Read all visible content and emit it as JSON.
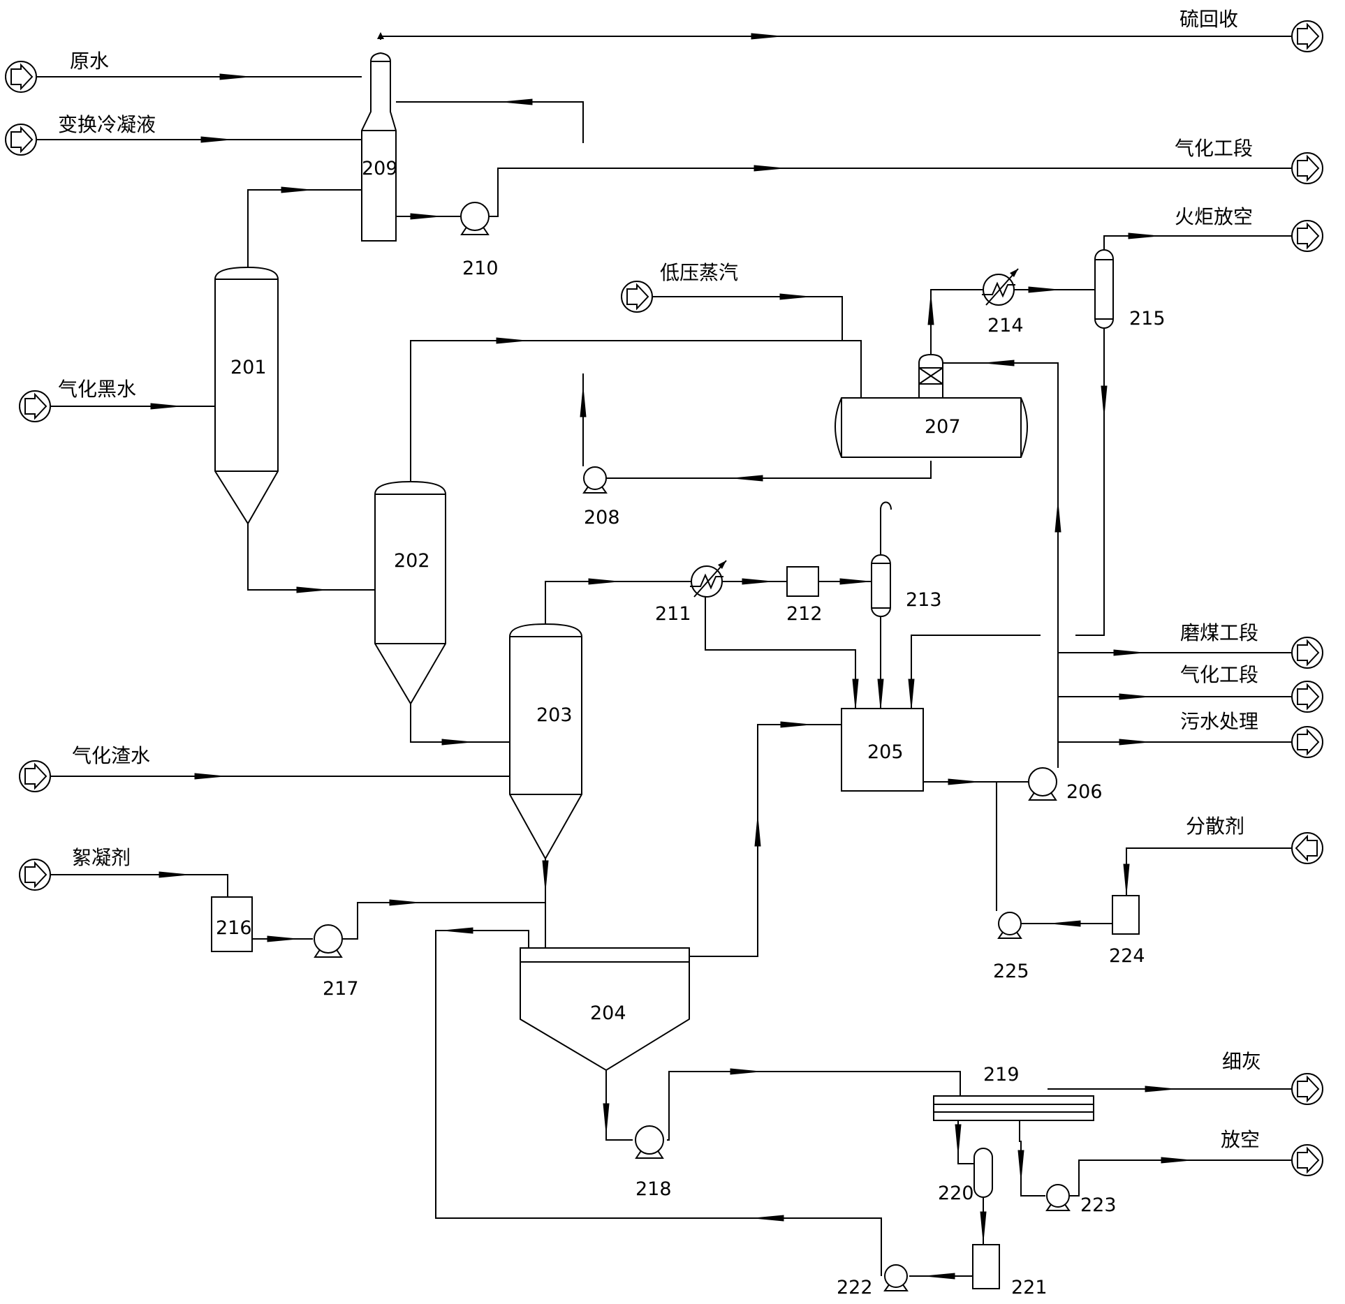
{
  "streams": {
    "raw_water": "原水",
    "shift_condensate": "变换冷凝液",
    "gasification_black_water": "气化黑水",
    "gasification_slag_water": "气化渣水",
    "flocculant": "絮凝剂",
    "low_pressure_steam": "低压蒸汽",
    "dispersant": "分散剂",
    "sulfur_recovery": "硫回收",
    "gasification_section_top": "气化工段",
    "flare_vent": "火炬放空",
    "coal_grinding_section": "磨煤工段",
    "gasification_section": "气化工段",
    "wastewater_treatment": "污水处理",
    "fine_ash": "细灰",
    "vent": "放空"
  },
  "equipment": {
    "e201": "201",
    "e202": "202",
    "e203": "203",
    "e204": "204",
    "e205": "205",
    "e206": "206",
    "e207": "207",
    "e208": "208",
    "e209": "209",
    "e210": "210",
    "e211": "211",
    "e212": "212",
    "e213": "213",
    "e214": "214",
    "e215": "215",
    "e216": "216",
    "e217": "217",
    "e218": "218",
    "e219": "219",
    "e220": "220",
    "e221": "221",
    "e222": "222",
    "e223": "223",
    "e224": "224",
    "e225": "225"
  }
}
